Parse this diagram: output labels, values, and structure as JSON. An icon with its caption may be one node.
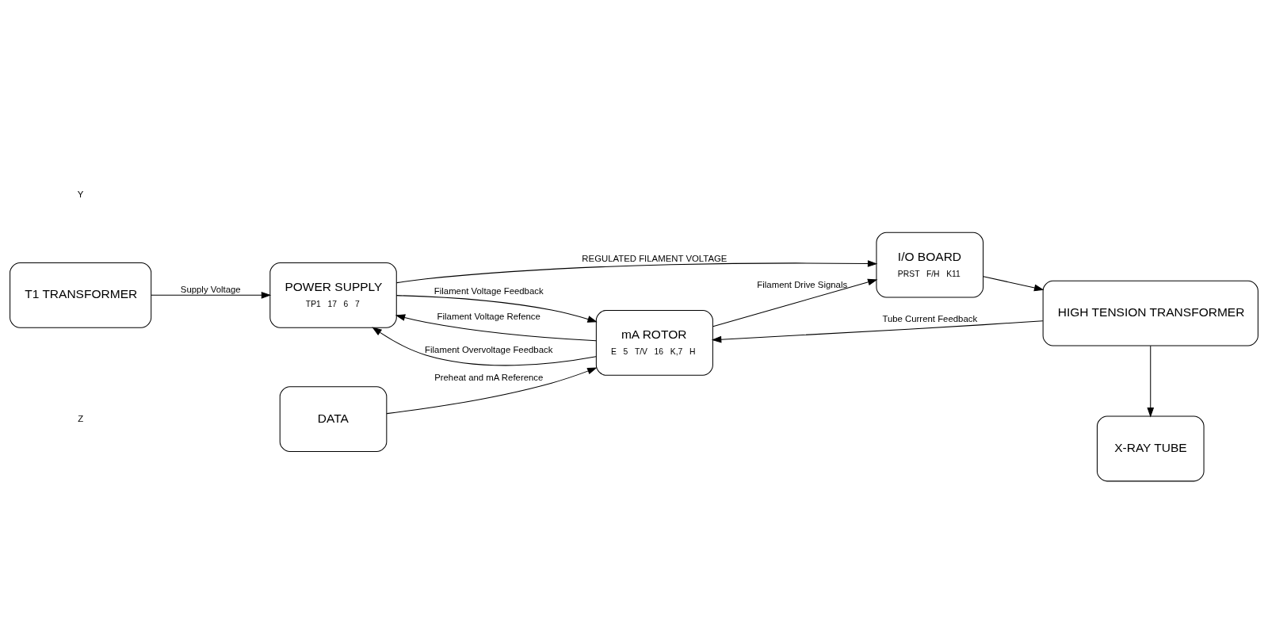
{
  "diagram": {
    "nodes": [
      {
        "text": [
          "T1 TRANSFORMER"
        ]
      },
      {
        "text": [
          "POWER SUPPLY",
          "TP1",
          "17",
          "6",
          "7"
        ]
      },
      {
        "text": [
          "mA ROTOR",
          "E",
          "5",
          "T/V",
          "16",
          "K,7",
          "H"
        ]
      },
      {
        "text": [
          "I/O BOARD",
          "PRST",
          "F/H",
          "K11"
        ]
      },
      {
        "text": [
          "HIGH TENSION TRANSFORMER"
        ]
      },
      {
        "text": [
          "DATA"
        ]
      },
      {
        "text": [
          "X-RAY TUBE"
        ]
      }
    ],
    "edges": [
      {
        "from": 0,
        "to": 1,
        "arrow": "to",
        "label": "Supply Voltage"
      },
      {
        "from": 1,
        "to": 3,
        "arrow": "to",
        "label": "REGULATED FILAMENT VOLTAGE"
      },
      {
        "from": 2,
        "to": 1,
        "arrow": "to",
        "label": "Filament Voltage Refence"
      },
      {
        "from": 1,
        "to": 2,
        "arrow": "to",
        "label": "Filament Voltage Feedback"
      },
      {
        "from": 2,
        "to": 1,
        "arrow": "to",
        "label": "Filament Overvoltage Feedback"
      },
      {
        "from": 2,
        "to": 3,
        "arrow": "to",
        "label": "Filament Drive Signals"
      },
      {
        "from": 3,
        "to": 4,
        "arrow": "to"
      },
      {
        "from": 4,
        "to": 2,
        "arrow": "to",
        "label": "Tube Current Feedback"
      },
      {
        "from": 5,
        "to": 2,
        "arrow": "to",
        "label": "Preheat and mA Reference"
      },
      {
        "from": 4,
        "to": 6,
        "arrow": "to"
      }
    ],
    "labels": [
      "Y",
      "Z"
    ]
  }
}
